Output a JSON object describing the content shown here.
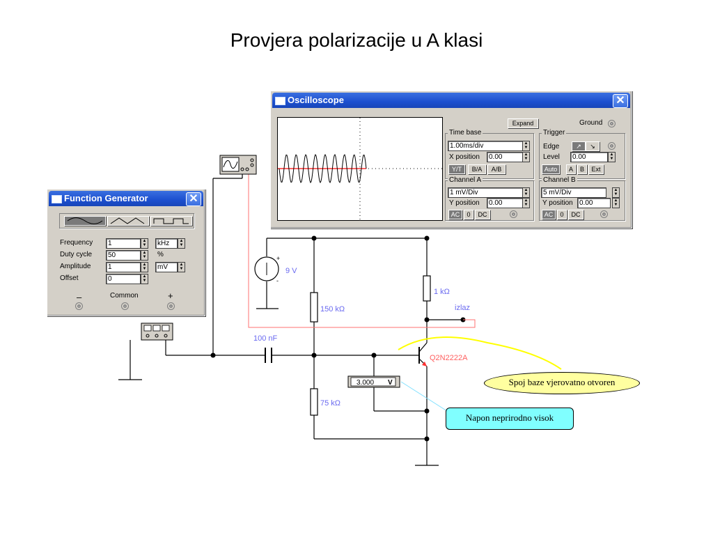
{
  "slide": {
    "title": "Provjera polarizacije u A klasi"
  },
  "oscilloscope": {
    "title": "Oscilloscope",
    "expand_label": "Expand",
    "ground_label": "Ground",
    "timebase": {
      "label": "Time base",
      "value": "1.00ms/div",
      "xpos_label": "X position",
      "xpos_value": "0.00",
      "buttons": [
        "Y/T",
        "B/A",
        "A/B"
      ]
    },
    "trigger": {
      "label": "Trigger",
      "edge_label": "Edge",
      "level_label": "Level",
      "level_value": "0.00",
      "buttons": [
        "Auto",
        "A",
        "B",
        "Ext"
      ]
    },
    "channel_a": {
      "label": "Channel A",
      "value": "1 mV/Div",
      "ypos_label": "Y position",
      "ypos_value": "0.00",
      "buttons": [
        "AC",
        "0",
        "DC"
      ]
    },
    "channel_b": {
      "label": "Channel B",
      "value": "5 mV/Div",
      "ypos_label": "Y position",
      "ypos_value": "0.00",
      "buttons": [
        "AC",
        "0",
        "DC"
      ]
    }
  },
  "function_generator": {
    "title": "Function Generator",
    "frequency": {
      "label": "Frequency",
      "value": "1",
      "unit": "kHz"
    },
    "duty_cycle": {
      "label": "Duty cycle",
      "value": "50",
      "unit": "%"
    },
    "amplitude": {
      "label": "Amplitude",
      "value": "1",
      "unit": "mV"
    },
    "offset": {
      "label": "Offset",
      "value": "0"
    },
    "terminals": {
      "minus": "–",
      "common": "Common",
      "plus": "+"
    }
  },
  "circuit": {
    "battery": "9 V",
    "battery_plus": "+",
    "battery_minus": "-",
    "r_collector": "1 kΩ",
    "r_base_top": "150 kΩ",
    "r_base_bottom": "75 kΩ",
    "capacitor": "100 nF",
    "transistor": "Q2N2222A",
    "output": "izlaz",
    "voltmeter": "3.000",
    "voltmeter_unit": "V"
  },
  "notes": {
    "base_junction": "Spoj baze vjerovatno otvoren",
    "voltage": "Napon neprirodno visok"
  },
  "colors": {
    "wire": "#000000",
    "scope_wire": "#ff6060",
    "label_blue": "#6a6af0",
    "transistor_label": "#ff6060",
    "highlight_yellow": "#ffff00",
    "highlight_cyan": "#80e0ff"
  }
}
